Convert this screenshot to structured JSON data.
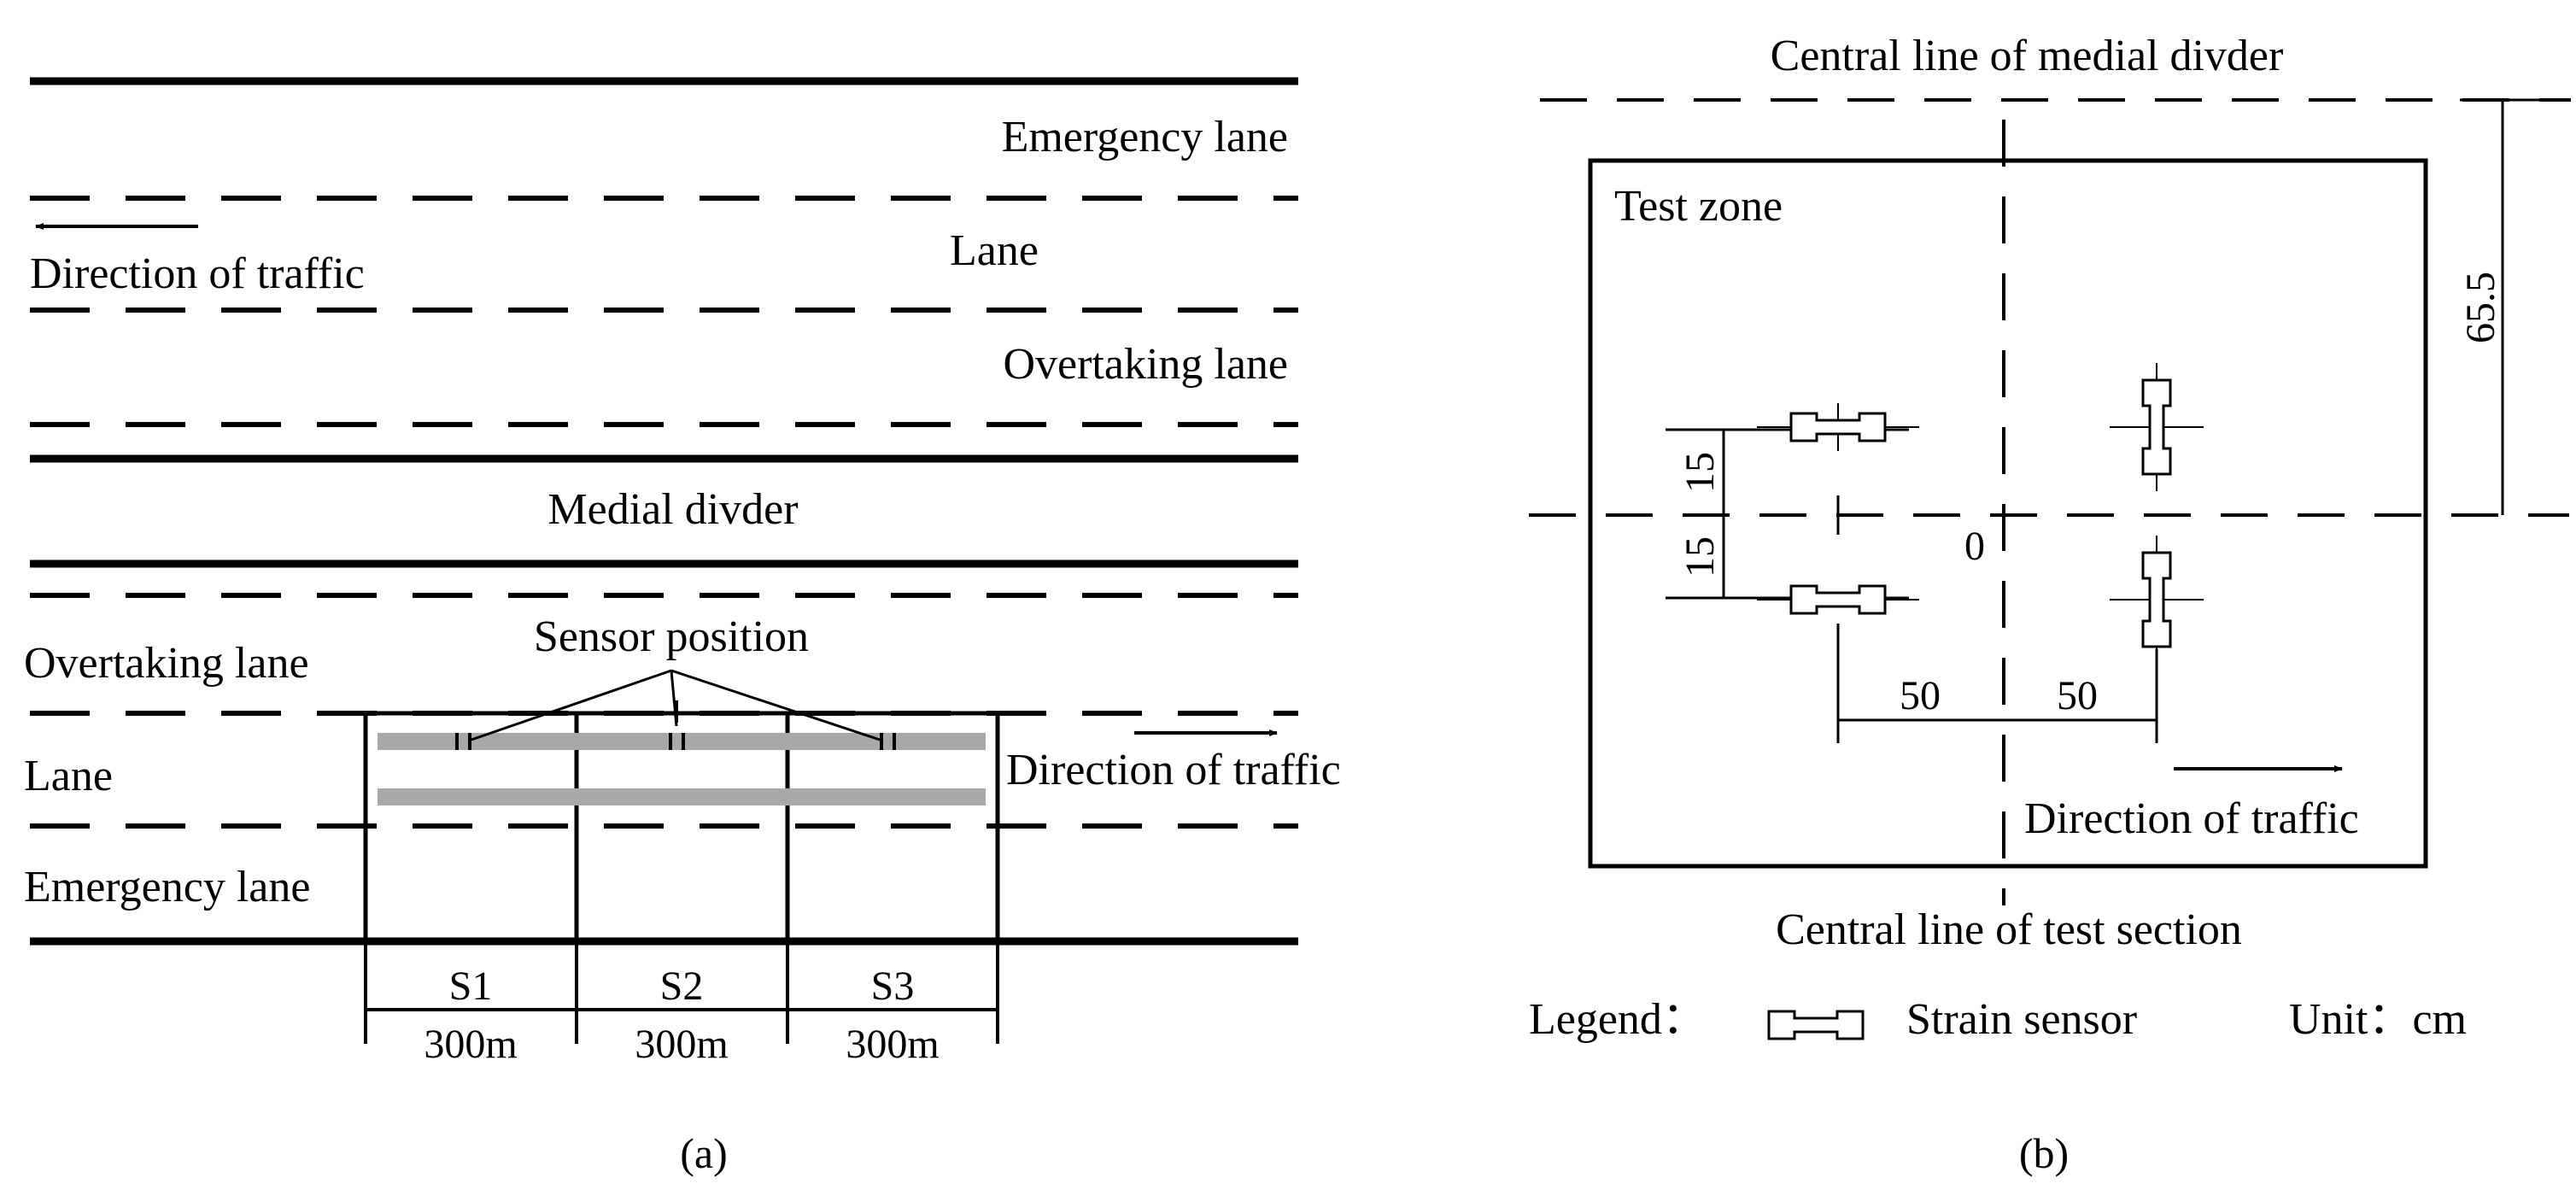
{
  "panel_a": {
    "upper_lanes": {
      "emergency": "Emergency lane",
      "lane": "Lane",
      "overtaking": "Overtaking lane"
    },
    "direction_upper": "Direction of traffic",
    "median": "Medial divder",
    "lower_lanes": {
      "overtaking": "Overtaking lane",
      "lane": "Lane",
      "emergency": "Emergency lane"
    },
    "sensor_position": "Sensor position",
    "direction_lower": "Direction of traffic",
    "sections": [
      {
        "name": "S1",
        "length": "300m"
      },
      {
        "name": "S2",
        "length": "300m"
      },
      {
        "name": "S3",
        "length": "300m"
      }
    ],
    "caption": "(a)"
  },
  "panel_b": {
    "median_line": "Central line of medial divder",
    "test_zone": "Test zone",
    "dim_offset": "65.5",
    "dim_15_upper": "15",
    "dim_15_lower": "15",
    "origin": "0",
    "dim_50_left": "50",
    "dim_50_right": "50",
    "direction": "Direction of traffic",
    "section_line": "Central line of test section",
    "legend_label": "Legend：",
    "legend_item": "Strain sensor",
    "unit": "Unit：cm",
    "caption": "(b)"
  }
}
